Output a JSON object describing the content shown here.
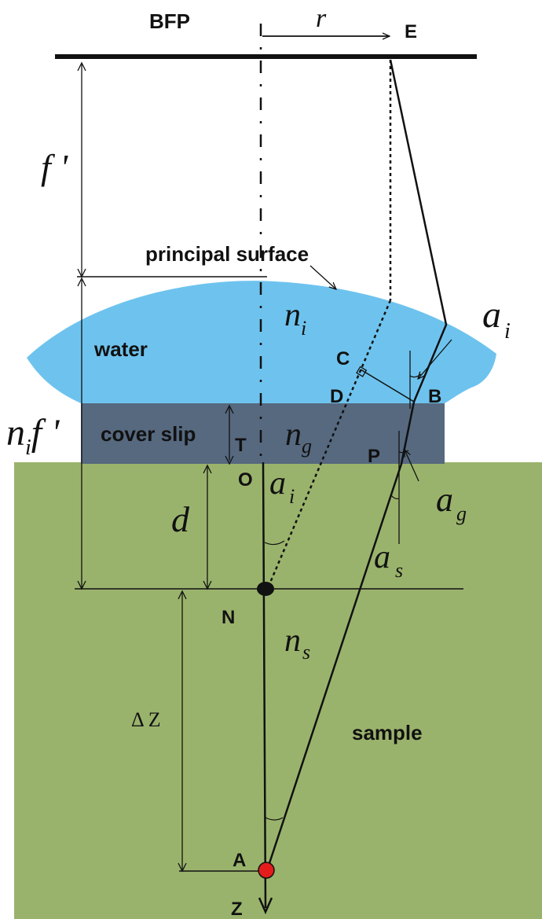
{
  "colors": {
    "water": "#6ec3ee",
    "cover_slip": "#56697f",
    "sample": "#9ab36c",
    "line": "#111111",
    "point_A": "#e41c1c",
    "point_N": "#111111"
  },
  "labels": {
    "bfp": "BFP",
    "r": "r",
    "E": "E",
    "f_prime": "f '",
    "principal_surface": "principal surface",
    "water": "water",
    "n_i": "n",
    "n_i_sub": "i",
    "C": "C",
    "D": "D",
    "B": "B",
    "a_i": "a",
    "a_i_sub": "i",
    "n_i_f": "n",
    "n_i_f_sub": "i",
    "n_i_f_rest": "f '",
    "cover_slip": "cover slip",
    "T": "T",
    "n_g": "n",
    "n_g_sub": "g",
    "P": "P",
    "O": "O",
    "a_i2": "a",
    "a_i2_sub": "i",
    "a_g": "a",
    "a_g_sub": "g",
    "d": "d",
    "a_s": "a",
    "a_s_sub": "s",
    "N": "N",
    "n_s": "n",
    "n_s_sub": "s",
    "delta_z": "Δ Z",
    "sample": "sample",
    "A": "A",
    "Z": "Z"
  }
}
